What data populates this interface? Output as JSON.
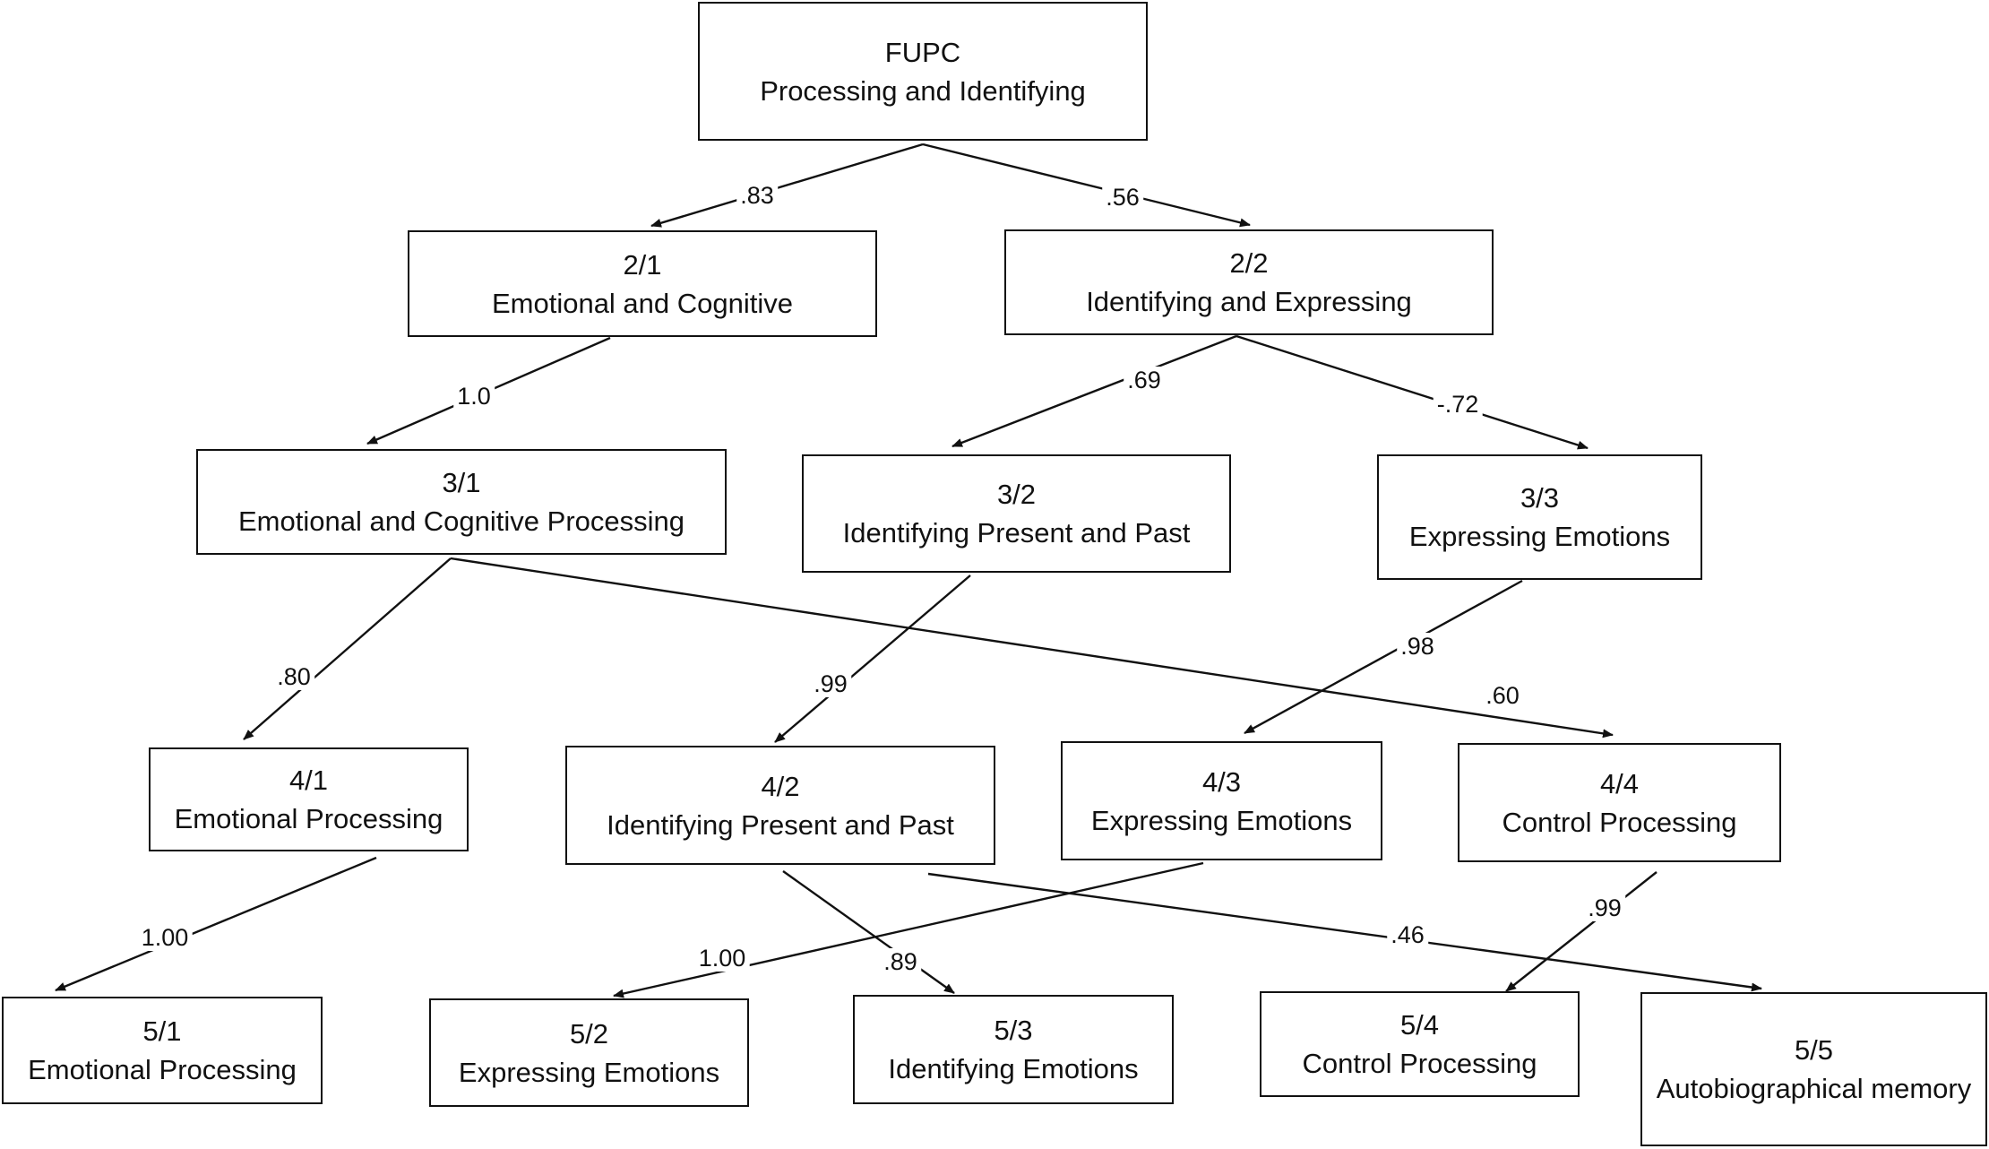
{
  "nodes": [
    {
      "id": "fupc",
      "lines": [
        "FUPC",
        "Processing and Identifying"
      ]
    },
    {
      "id": "n21",
      "lines": [
        "2/1",
        "Emotional and Cognitive"
      ]
    },
    {
      "id": "n22",
      "lines": [
        "2/2",
        "Identifying and Expressing"
      ]
    },
    {
      "id": "n31",
      "lines": [
        "3/1",
        "Emotional and Cognitive Processing"
      ]
    },
    {
      "id": "n32",
      "lines": [
        "3/2",
        "Identifying Present and Past"
      ]
    },
    {
      "id": "n33",
      "lines": [
        "3/3",
        "Expressing Emotions"
      ]
    },
    {
      "id": "n41",
      "lines": [
        "4/1",
        "Emotional Processing"
      ]
    },
    {
      "id": "n42",
      "lines": [
        "4/2",
        "Identifying Present and Past"
      ]
    },
    {
      "id": "n43",
      "lines": [
        "4/3",
        "Expressing Emotions"
      ]
    },
    {
      "id": "n44",
      "lines": [
        "4/4",
        "Control Processing"
      ]
    },
    {
      "id": "n51",
      "lines": [
        "5/1",
        "Emotional Processing"
      ]
    },
    {
      "id": "n52",
      "lines": [
        "5/2",
        "Expressing Emotions"
      ]
    },
    {
      "id": "n53",
      "lines": [
        "5/3",
        "Identifying Emotions"
      ]
    },
    {
      "id": "n54",
      "lines": [
        "5/4",
        "Control Processing"
      ]
    },
    {
      "id": "n55",
      "lines": [
        "5/5",
        "Autobiographical memory"
      ]
    }
  ],
  "edges": [
    {
      "from": "fupc",
      "to": "n21",
      "weight": ".83"
    },
    {
      "from": "fupc",
      "to": "n22",
      "weight": ".56"
    },
    {
      "from": "n21",
      "to": "n31",
      "weight": "1.0"
    },
    {
      "from": "n22",
      "to": "n32",
      "weight": ".69"
    },
    {
      "from": "n22",
      "to": "n33",
      "weight": "-.72"
    },
    {
      "from": "n31",
      "to": "n41",
      "weight": ".80"
    },
    {
      "from": "n31",
      "to": "n44",
      "weight": ".60"
    },
    {
      "from": "n32",
      "to": "n42",
      "weight": ".99"
    },
    {
      "from": "n33",
      "to": "n43",
      "weight": ".98"
    },
    {
      "from": "n41",
      "to": "n51",
      "weight": "1.00"
    },
    {
      "from": "n43",
      "to": "n52",
      "weight": "1.00"
    },
    {
      "from": "n42",
      "to": "n53",
      "weight": ".89"
    },
    {
      "from": "n42",
      "to": "n55",
      "weight": ".46"
    },
    {
      "from": "n44",
      "to": "n54",
      "weight": ".99"
    }
  ]
}
